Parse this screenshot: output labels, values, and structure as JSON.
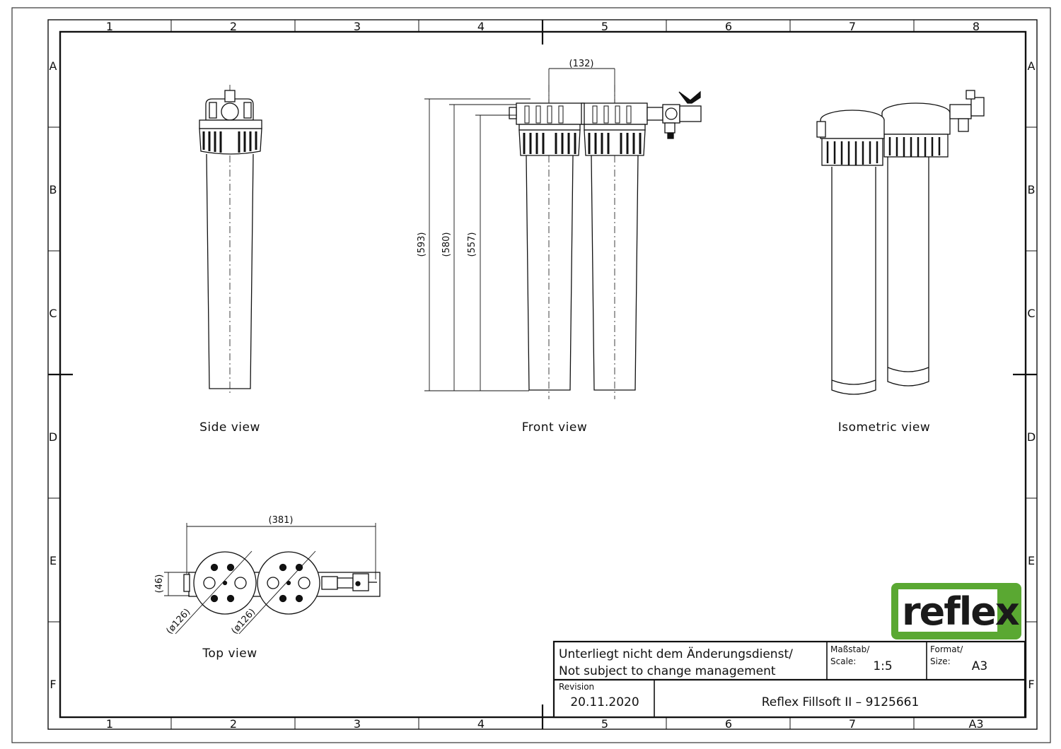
{
  "border": {
    "columns": [
      "1",
      "2",
      "3",
      "4",
      "5",
      "6",
      "7",
      "8"
    ],
    "rows": [
      "A",
      "B",
      "C",
      "D",
      "E",
      "F"
    ],
    "bottom_right_label": "A3"
  },
  "views": {
    "side": "Side view",
    "front": "Front view",
    "isometric": "Isometric view",
    "top": "Top view"
  },
  "dimensions": {
    "front_width": "(132)",
    "height_outer": "(593)",
    "height_mid": "(580)",
    "height_inner": "(557)",
    "top_width": "(381)",
    "top_side": "(46)",
    "top_dia_1": "(ø126)",
    "top_dia_2": "(ø126)"
  },
  "title_block": {
    "note_de": "Unterliegt nicht dem Änderungsdienst/",
    "note_en": "Not subject to change management",
    "scale_label_de": "Maßstab/",
    "scale_label_en": "Scale:",
    "scale_value": "1:5",
    "format_label_de": "Format/",
    "format_label_en": "Size:",
    "format_value": "A3",
    "revision_label": "Revision",
    "revision_value": "20.11.2020",
    "drawing_title": "Reflex Fillsoft II – 9125661"
  },
  "logo": {
    "text": "reflex",
    "color": "#5aa832"
  }
}
